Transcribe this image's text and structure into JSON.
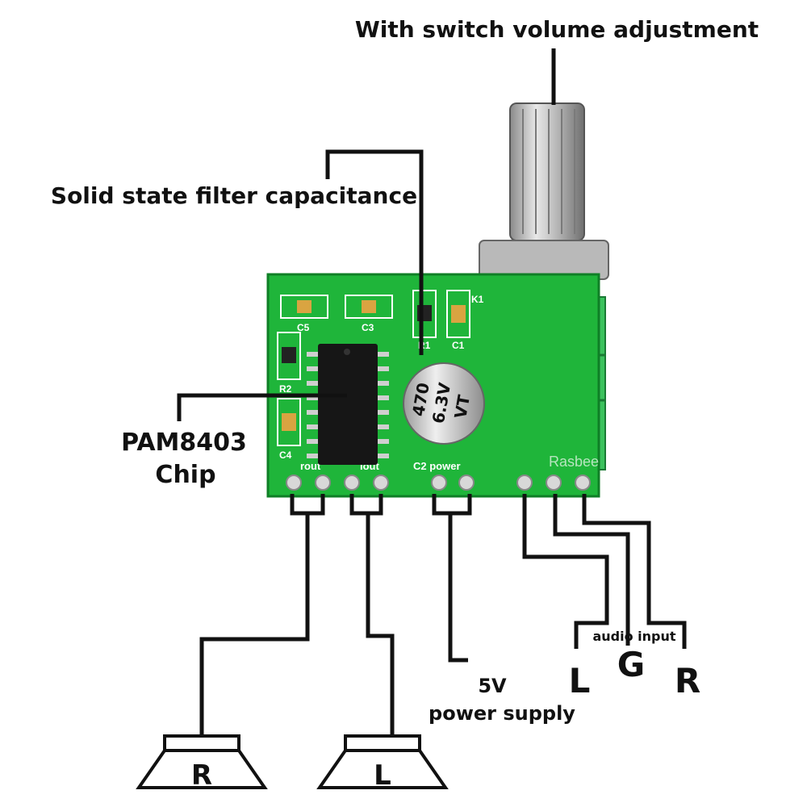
{
  "labels": {
    "volume": "With switch volume adjustment",
    "capacitor": "Solid state filter capacitance",
    "chip_line1": "PAM8403",
    "chip_line2": "Chip",
    "power_line1": "5V",
    "power_line2": "power supply",
    "audio_input": "audio input",
    "audio_L": "L",
    "audio_G": "G",
    "audio_R": "R",
    "speaker_R": "R",
    "speaker_L": "L"
  },
  "board": {
    "silk_c5": "C5",
    "silk_c3": "C3",
    "silk_r1": "R1",
    "silk_c1": "C1",
    "silk_k1": "K1",
    "silk_r2": "R2",
    "silk_c4": "C4",
    "silk_rout": "rout",
    "silk_lout": "lout",
    "silk_power": "C2  power",
    "cap_line1": "470",
    "cap_line2": "6.3V",
    "cap_line3": "VT",
    "watermark": "Rasbee"
  },
  "colors": {
    "pcb": "#1fb53a",
    "pcb_dark": "#139a2c",
    "wire": "#111111",
    "chip": "#161616",
    "capacitor": "#c9c9c9",
    "connector": "#3cc25e"
  }
}
